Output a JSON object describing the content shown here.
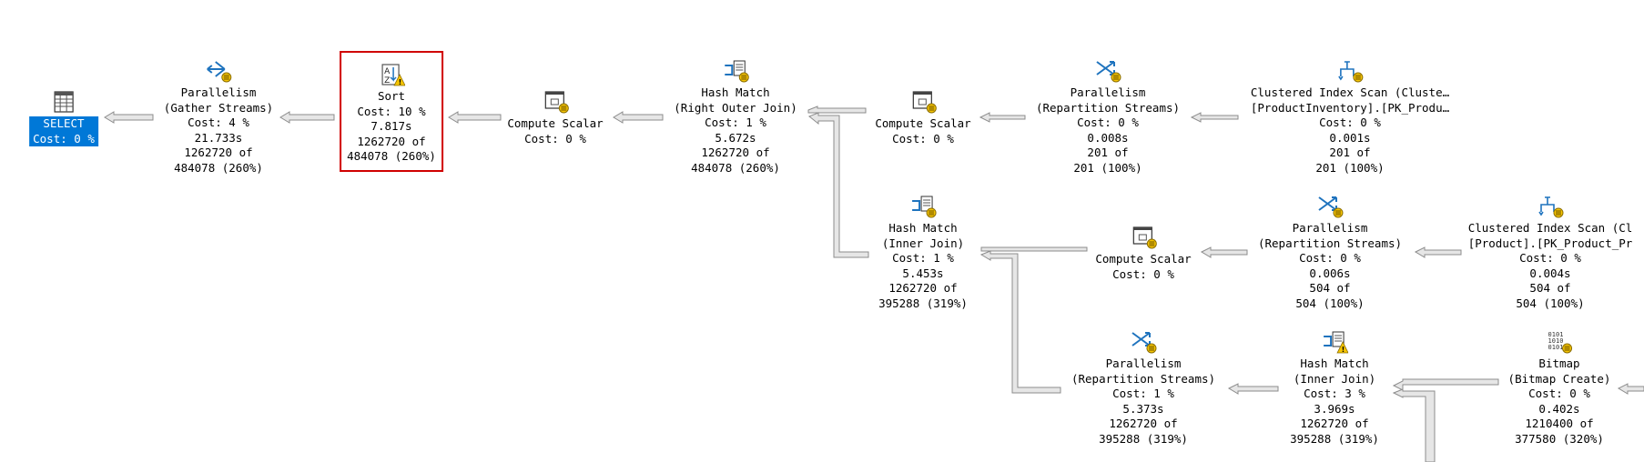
{
  "nodes": {
    "select": {
      "lines": [
        "SELECT",
        "Cost: 0 %"
      ]
    },
    "par_gather": {
      "lines": [
        "Parallelism",
        "(Gather Streams)",
        "Cost: 4 %",
        "21.733s",
        "1262720 of",
        "484078 (260%)"
      ]
    },
    "sort": {
      "lines": [
        "Sort",
        "Cost: 10 %",
        "7.817s",
        "1262720 of",
        "484078 (260%)"
      ]
    },
    "cs1": {
      "lines": [
        "Compute Scalar",
        "Cost: 0 %"
      ]
    },
    "hm_outer": {
      "lines": [
        "Hash Match",
        "(Right Outer Join)",
        "Cost: 1 %",
        "5.672s",
        "1262720 of",
        "484078 (260%)"
      ]
    },
    "cs2": {
      "lines": [
        "Compute Scalar",
        "Cost: 0 %"
      ]
    },
    "par_rep1": {
      "lines": [
        "Parallelism",
        "(Repartition Streams)",
        "Cost: 0 %",
        "0.008s",
        "201 of",
        "201 (100%)"
      ]
    },
    "cis1": {
      "lines": [
        "Clustered Index Scan (Cluste…",
        "[ProductInventory].[PK_Produ…",
        "Cost: 0 %",
        "0.001s",
        "201 of",
        "201 (100%)"
      ]
    },
    "hm_inner1": {
      "lines": [
        "Hash Match",
        "(Inner Join)",
        "Cost: 1 %",
        "5.453s",
        "1262720 of",
        "395288 (319%)"
      ]
    },
    "cs3": {
      "lines": [
        "Compute Scalar",
        "Cost: 0 %"
      ]
    },
    "par_rep2": {
      "lines": [
        "Parallelism",
        "(Repartition Streams)",
        "Cost: 0 %",
        "0.006s",
        "504 of",
        "504 (100%)"
      ]
    },
    "cis2": {
      "lines": [
        "Clustered Index Scan (Cl",
        "[Product].[PK_Product_Pr",
        "Cost: 0 %",
        "0.004s",
        "504 of",
        "504 (100%)"
      ]
    },
    "par_rep3": {
      "lines": [
        "Parallelism",
        "(Repartition Streams)",
        "Cost: 1 %",
        "5.373s",
        "1262720 of",
        "395288 (319%)"
      ]
    },
    "hm_inner2": {
      "lines": [
        "Hash Match",
        "(Inner Join)",
        "Cost: 3 %",
        "3.969s",
        "1262720 of",
        "395288 (319%)"
      ]
    },
    "bitmap": {
      "lines": [
        "Bitmap",
        "(Bitmap Create)",
        "Cost: 0 %",
        "0.402s",
        "1210400 of",
        "377580 (320%)"
      ]
    }
  },
  "colors": {
    "selection": "#0078d7",
    "highlight_border": "#d00000",
    "icon_blue": "#1e73be",
    "warning": "#f5c400",
    "arrow_fill": "#e6e6e6",
    "arrow_stroke": "#8c8c8c"
  }
}
